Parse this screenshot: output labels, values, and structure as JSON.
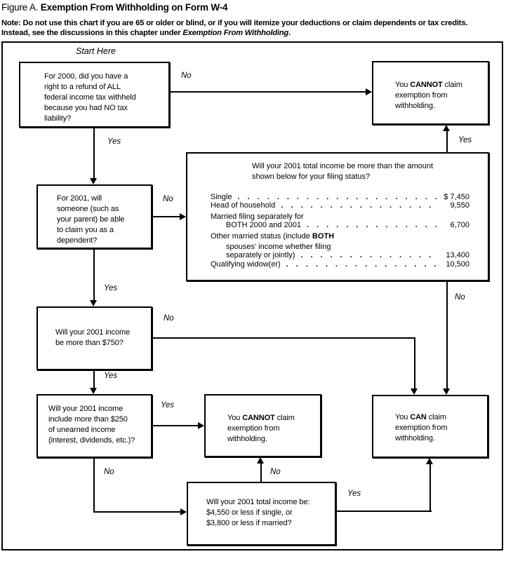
{
  "title": {
    "prefix": "Figure A. ",
    "main": "Exemption From Withholding on Form W-4"
  },
  "note": {
    "line1": "Note: Do not use this chart if you are 65 or older or blind, or if you will itemize your deductions or claim dependents or tax credits.",
    "line2_pre": "Instead, see the discussions in this chapter under ",
    "line2_italic": "Exemption From Withholding",
    "line2_post": "."
  },
  "labels": {
    "start_here": "Start Here",
    "yes": "Yes",
    "no": "No"
  },
  "boxes": {
    "start": {
      "text": "For 2000, did you have a\nright to a refund of ALL\nfederal income tax withheld\nbecause you had NO tax\nliability?"
    },
    "cannot_top": {
      "pre": "You ",
      "bold": "CANNOT",
      "post": " claim\nexemption from\nwithholding."
    },
    "dependent": {
      "text": "For 2001, will\nsomeone (such as\nyour parent) be able\nto claim you as a\ndependent?"
    },
    "income_750": {
      "text": "Will your 2001 income\nbe more than $750?"
    },
    "unearned": {
      "text": "Will your 2001 income\ninclude more than $250\nof unearned income\n(interest, dividends, etc.)?"
    },
    "cannot_mid": {
      "pre": "You ",
      "bold": "CANNOT",
      "post": " claim\nexemption from\nwithholding."
    },
    "can": {
      "pre": "You ",
      "bold": "CAN",
      "post": " claim\nexemption from\nwithholding."
    },
    "total_income": {
      "text": "Will your 2001 total income be:\n$4,550 or less if single, or\n$3,800 or less if married?"
    }
  },
  "filing": {
    "question": "Will your 2001 total income be more than the amount\nshown below for your filing status?",
    "rows": [
      {
        "label": "Single",
        "amount": "$ 7,450",
        "indent": false
      },
      {
        "label": "Head of household",
        "amount": "9,550",
        "indent": false
      },
      {
        "label": "Married filing separately for",
        "amount": "",
        "indent": false
      },
      {
        "label": "BOTH 2000 and 2001",
        "amount": "6,700",
        "indent": true
      },
      {
        "label": "Other married status (include ",
        "label_bold": "BOTH",
        "amount": "",
        "indent": false
      },
      {
        "label": "spouses' income whether filing",
        "amount": "",
        "indent": true
      },
      {
        "label": "separately or jointly)",
        "amount": "13,400",
        "indent": true
      },
      {
        "label": "Qualifying widow(er)",
        "amount": "10,500",
        "indent": false
      }
    ]
  }
}
